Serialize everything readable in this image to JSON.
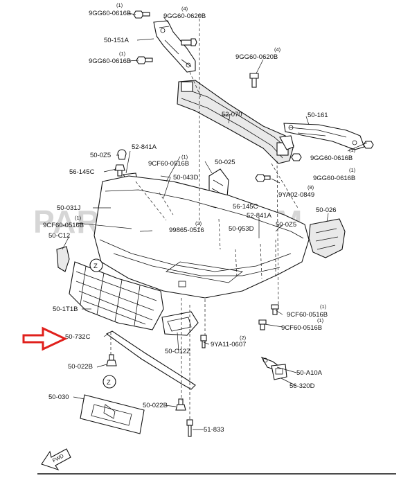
{
  "watermark": "PARTSOUQ.COM",
  "direction_label": "FWD",
  "view_marker": "Z",
  "highlight_color": "#e0201c",
  "labels": {
    "l_9GG60_0616B_top": "9GG60-0616B",
    "q_9GG60_0616B_top": "(1)",
    "l_9GG60_0620B_top": "9GG60-0620B",
    "q_9GG60_0620B_top": "(4)",
    "l_50_151A": "50-151A",
    "l_9GG60_0616B_b": "9GG60-0616B",
    "q_9GG60_0616B_b": "(1)",
    "l_9GG60_0620B_r": "9GG60-0620B",
    "q_9GG60_0620B_r": "(4)",
    "l_52_070": "52-070",
    "l_50_161": "50-161",
    "l_50_0Z5_a": "50-0Z5",
    "l_52_841A_a": "52-841A",
    "l_9CF60_0516B_a": "9CF60-0516B",
    "q_9CF60_0516B_a": "(1)",
    "l_50_025": "50-025",
    "l_9GG60_0616B_r1": "9GG60-0616B",
    "q_9GG60_0616B_r1": "(1)",
    "l_9GG60_0616B_r2": "9GG60-0616B",
    "q_9GG60_0616B_r2": "(1)",
    "l_56_145C_a": "56-145C",
    "l_50_043D": "50-043D",
    "l_9YA02_0849": "9YA02-0849",
    "q_9YA02_0849": "(8)",
    "l_50_031J": "50-031J",
    "l_56_145C_b": "56-145C",
    "l_50_026": "50-026",
    "l_9CF60_0516B_b": "9CF60-0516B",
    "q_9CF60_0516B_b": "(1)",
    "l_52_841A_b": "52-841A",
    "l_50_0Z5_b": "50-0Z5",
    "l_99865_0516": "99865-0516",
    "q_99865_0516": "(2)",
    "l_50_053D": "50-053D",
    "l_50_C12": "50-C12",
    "l_50_1T1B": "50-1T1B",
    "l_9CF60_0516B_c": "9CF60-0516B",
    "q_9CF60_0516B_c": "(1)",
    "l_9CF60_0516B_d": "9CF60-0516B",
    "q_9CF60_0516B_d": "(1)",
    "l_50_732C": "50-732C",
    "l_9YA11_0607": "9YA11-0607",
    "q_9YA11_0607": "(2)",
    "l_50_C12Z": "50-C12Z",
    "l_50_022B_a": "50-022B",
    "l_50_A10A": "50-A10A",
    "l_56_320D": "56-320D",
    "l_50_030": "50-030",
    "l_50_022B_b": "50-022B",
    "l_51_833": "51-833"
  }
}
